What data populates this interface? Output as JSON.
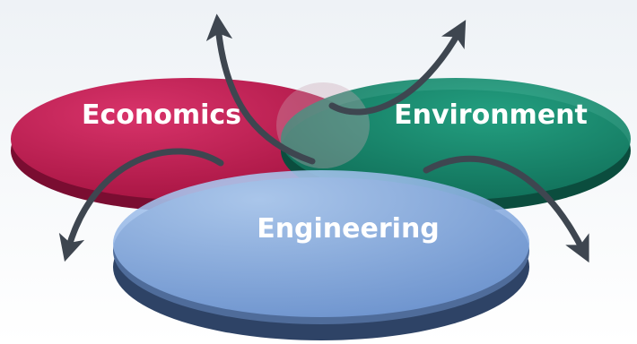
{
  "diagram": {
    "circles": [
      {
        "id": "economics",
        "label": "Economics"
      },
      {
        "id": "environment",
        "label": "Environment"
      },
      {
        "id": "engineering",
        "label": "Engineering"
      }
    ]
  },
  "colors": {
    "background_top": "#f3f6f9",
    "economics": "#c0174e",
    "economics_edge": "#7a0d31",
    "environment": "#1a8a6e",
    "environment_edge": "#0b4d3e",
    "engineering": "#8fb4e8",
    "engineering_edge": "#3d5680",
    "arrow": "#3e4650"
  },
  "arrow_icons": [
    "arrow-up-left-icon",
    "arrow-up-right-icon",
    "arrow-down-left-icon",
    "arrow-down-right-icon"
  ]
}
